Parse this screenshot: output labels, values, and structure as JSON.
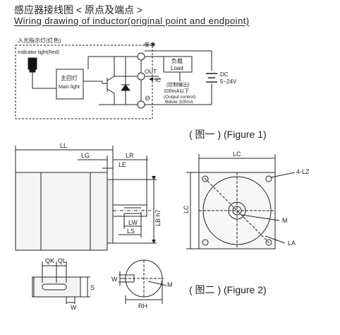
{
  "header": {
    "title_cn": "感应器接线图 < 原点及端点 >",
    "title_en": "Wiring drawing of inductor(original point and endpoint)"
  },
  "wiring": {
    "indicator_cn": "入光指示灯(红色)",
    "indicator_en": "Indicator light(Red)",
    "main_light_cn": "主回灯",
    "main_light_en": "Main light",
    "plus": "⊕",
    "minus": "⊖",
    "star": "✱",
    "out": "OUT",
    "ic": "IC",
    "load_cn": "负载",
    "load_en": "Load",
    "control_cn": "(控制输出)",
    "current_cn": "100mA以下",
    "control_en": "(Output control)",
    "current_en": "Below 100mA",
    "dc_label": "DC",
    "dc_voltage": "5~24V"
  },
  "figure1_caption": "( 图一 ) (Figure 1)",
  "figure2_caption": "( 图二 ) (Figure 2)",
  "dims": {
    "ll": "LL",
    "lg": "LG",
    "lr": "LR",
    "le": "LE",
    "lb": "LB h7",
    "lw": "LW",
    "ls": "LS",
    "lc_top": "LC",
    "lc_side": "LC",
    "lz": "4-LZ",
    "m": "M",
    "la": "LA",
    "qk": "QK",
    "ql": "QL",
    "s": "S",
    "w": "W",
    "w2": "W",
    "m2": "M",
    "rh": "RH"
  }
}
